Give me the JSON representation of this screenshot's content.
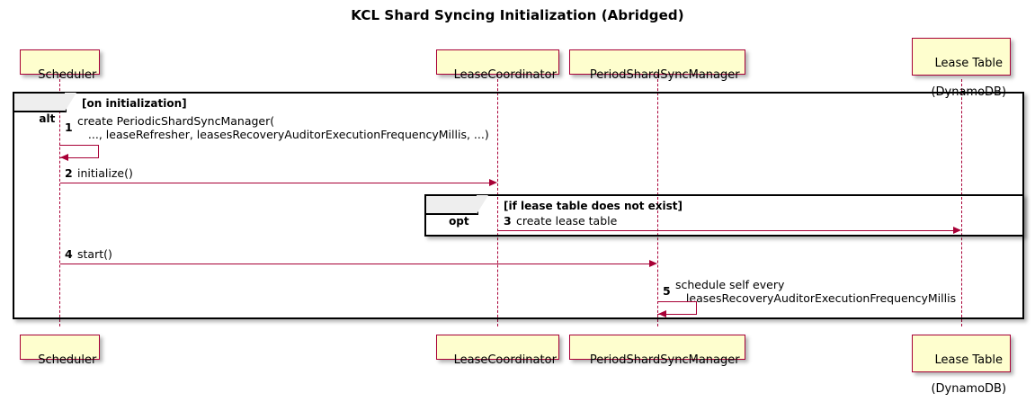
{
  "diagram": {
    "title": "KCL Shard Syncing Initialization (Abridged)",
    "colors": {
      "participant_fill": "#FEFECE",
      "participant_border": "#A80036",
      "arrow": "#A80036",
      "frame_border": "#000000",
      "frame_tab_fill": "#EEEEEE",
      "text": "#000000",
      "background": "#FFFFFF"
    }
  },
  "participants": [
    {
      "id": "scheduler",
      "name": "Scheduler",
      "lines": [
        "Scheduler"
      ]
    },
    {
      "id": "lease_coordinator",
      "name": "LeaseCoordinator",
      "lines": [
        "LeaseCoordinator"
      ]
    },
    {
      "id": "period_shard_sync_manager",
      "name": "PeriodShardSyncManager",
      "lines": [
        "PeriodShardSyncManager"
      ]
    },
    {
      "id": "lease_table",
      "name": "Lease Table (DynamoDB)",
      "lines": [
        "Lease Table",
        "(DynamoDB)"
      ]
    }
  ],
  "groups": [
    {
      "id": "alt-on-initialization",
      "type": "alt",
      "tab_label": "alt",
      "condition": "[on initialization]"
    },
    {
      "id": "opt-lease-table-missing",
      "type": "opt",
      "tab_label": "opt",
      "condition": "[if lease table does not exist]"
    }
  ],
  "messages": [
    {
      "number": "1",
      "from": "scheduler",
      "to": "scheduler",
      "self": true,
      "text_lines": [
        "create PeriodicShardSyncManager(",
        "   ..., leaseRefresher, leasesRecoveryAuditorExecutionFrequencyMillis, ...)"
      ]
    },
    {
      "number": "2",
      "from": "scheduler",
      "to": "lease_coordinator",
      "self": false,
      "text_lines": [
        "initialize()"
      ]
    },
    {
      "number": "3",
      "from": "lease_coordinator",
      "to": "lease_table",
      "self": false,
      "text_lines": [
        "create lease table"
      ]
    },
    {
      "number": "4",
      "from": "scheduler",
      "to": "period_shard_sync_manager",
      "self": false,
      "text_lines": [
        "start()"
      ]
    },
    {
      "number": "5",
      "from": "period_shard_sync_manager",
      "to": "period_shard_sync_manager",
      "self": true,
      "text_lines": [
        "schedule self every",
        "   leasesRecoveryAuditorExecutionFrequencyMillis"
      ]
    }
  ]
}
